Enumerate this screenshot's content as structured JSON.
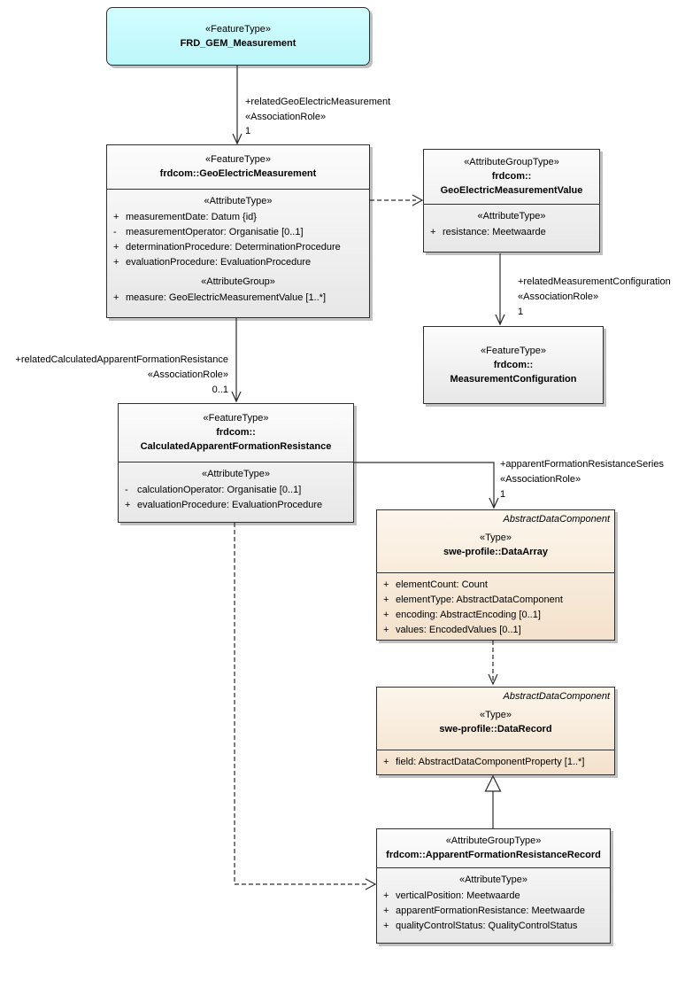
{
  "colors": {
    "feature_root_fill": "#C6FBFE",
    "class_fill": "#EFEFEF",
    "abstract_type_fill": "#F7E8D6",
    "border": "#2F2F2F",
    "background": "#FFFFFF"
  },
  "nodes": {
    "frd": {
      "stereotype": "«FeatureType»",
      "name": "FRD_GEM_Measurement"
    },
    "gem": {
      "stereotype": "«FeatureType»",
      "name": "frdcom::GeoElectricMeasurement",
      "sec1": "«AttributeType»",
      "attrs1": [
        {
          "s": "+",
          "t": "measurementDate: Datum {id}"
        },
        {
          "s": "-",
          "t": "measurementOperator: Organisatie [0..1]"
        },
        {
          "s": "+",
          "t": "determinationProcedure: DeterminationProcedure"
        },
        {
          "s": "+",
          "t": "evaluationProcedure: EvaluationProcedure"
        }
      ],
      "sec2": "«AttributeGroup»",
      "attrs2": [
        {
          "s": "+",
          "t": "measure: GeoElectricMeasurementValue [1..*]"
        }
      ]
    },
    "gemv": {
      "stereotype": "«AttributeGroupType»",
      "name1": "frdcom::",
      "name2": "GeoElectricMeasurementValue",
      "sec1": "«AttributeType»",
      "attrs1": [
        {
          "s": "+",
          "t": "resistance: Meetwaarde"
        }
      ]
    },
    "mconf": {
      "stereotype": "«FeatureType»",
      "name1": "frdcom::",
      "name2": "MeasurementConfiguration"
    },
    "cafr": {
      "stereotype": "«FeatureType»",
      "name1": "frdcom::",
      "name2": "CalculatedApparentFormationResistance",
      "sec1": "«AttributeType»",
      "attrs1": [
        {
          "s": "-",
          "t": "calculationOperator: Organisatie [0..1]"
        },
        {
          "s": "+",
          "t": "evaluationProcedure: EvaluationProcedure"
        }
      ]
    },
    "dataarray": {
      "corner": "AbstractDataComponent",
      "stereotype": "«Type»",
      "name": "swe-profile::DataArray",
      "attrs1": [
        {
          "s": "+",
          "t": "elementCount: Count"
        },
        {
          "s": "+",
          "t": "elementType: AbstractDataComponent"
        },
        {
          "s": "+",
          "t": "encoding: AbstractEncoding [0..1]"
        },
        {
          "s": "+",
          "t": "values: EncodedValues [0..1]"
        }
      ]
    },
    "datarecord": {
      "corner": "AbstractDataComponent",
      "stereotype": "«Type»",
      "name": "swe-profile::DataRecord",
      "attrs1": [
        {
          "s": "+",
          "t": "field: AbstractDataComponentProperty [1..*]"
        }
      ]
    },
    "afrr": {
      "stereotype": "«AttributeGroupType»",
      "name": "frdcom::ApparentFormationResistanceRecord",
      "sec1": "«AttributeType»",
      "attrs1": [
        {
          "s": "+",
          "t": "verticalPosition: Meetwaarde"
        },
        {
          "s": "+",
          "t": "apparentFormationResistance: Meetwaarde"
        },
        {
          "s": "+",
          "t": "qualityControlStatus: QualityControlStatus"
        }
      ]
    }
  },
  "labels": {
    "rel_gem": {
      "role": "+relatedGeoElectricMeasurement",
      "stereo": "«AssociationRole»",
      "mult": "1"
    },
    "rel_mconf": {
      "role": "+relatedMeasurementConfiguration",
      "stereo": "«AssociationRole»",
      "mult": "1"
    },
    "rel_cafr": {
      "role": "+relatedCalculatedApparentFormationResistance",
      "stereo": "«AssociationRole»",
      "mult": "0..1"
    },
    "rel_series": {
      "role": "+apparentFormationResistanceSeries",
      "stereo": "«AssociationRole»",
      "mult": "1"
    }
  }
}
